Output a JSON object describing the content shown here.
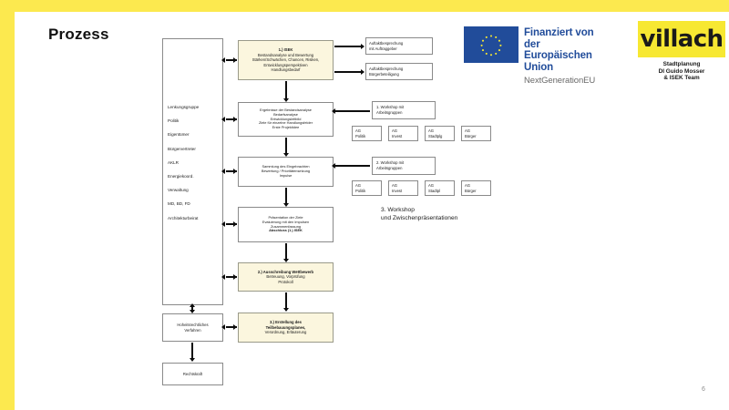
{
  "slide": {
    "title": "Prozess",
    "page_number": "6",
    "accent_yellow": "#FCE94F",
    "brand_yellow": "#F7E832",
    "eu_blue": "#214C9A",
    "node_cream": "#FBF6DE"
  },
  "logos": {
    "eu": {
      "icon": "eu-flag-icon",
      "line1": "Finanziert von der",
      "line2": "Europäischen Union",
      "line3": "NextGenerationEU"
    },
    "villach": {
      "wordmark": "villach",
      "sub1": "Stadtplanung",
      "sub2": "DI Guido Mosser",
      "sub3": "& ISEK Team"
    }
  },
  "diagram": {
    "stakeholders": [
      "Lenkungsgruppe",
      "Politik",
      "Eigentümer",
      "Bürgervertreter",
      "AKLR",
      "Energiekoord.",
      "Verwaltung",
      "MD, BD, FD",
      "Architekturbeirat"
    ],
    "nodes": {
      "isek1": {
        "lines": [
          "1.) ISEK",
          "Bestandsanalyse und Bewertung",
          "Stärken/Schwächen, Chancen, Risiken,",
          "Entwicklungsperspektiven",
          "Handlungsbedarf"
        ],
        "bold_lines": [
          0
        ]
      },
      "kickoff_client": {
        "lines": [
          "Auftaktbesprechung",
          "mit Auftraggeber"
        ]
      },
      "kickoff_public": {
        "lines": [
          "Auftaktbesprechung",
          "Bürgerbeteiligung"
        ]
      },
      "results": {
        "lines": [
          "Ergebnisse der Bestandsanalyse",
          "Bedarfsanalyse",
          "Entwicklungsleitbild",
          "Ziele für einzelne Handlungsfelder",
          "Erste Projektidee"
        ]
      },
      "workshop1": {
        "lines": [
          "1. Workshop mit",
          "Arbeitsgruppen"
        ]
      },
      "collection": {
        "lines": [
          "Sammlung des Eingebrachten",
          "Bewertung / Prioritätensetzung",
          "Impulse"
        ]
      },
      "workshop2": {
        "lines": [
          "2. Workshop mit",
          "Arbeitsgruppen"
        ]
      },
      "presentation": {
        "lines": [
          "Präsentation der Ziele",
          "Evaluierung mit den Impulsen",
          "Zusammenfassung",
          "Abschluss (1.) ISEK"
        ],
        "bold_lines": [
          3
        ]
      },
      "workshop3_note": {
        "lines": [
          "3. Workshop",
          "und Zwischenpräsentationen"
        ]
      },
      "tender": {
        "lines": [
          "2.) Ausschreibung Wettbewerb",
          "Betreuung, Vorprüfung",
          "Protokoll"
        ],
        "bold_lines": [
          0
        ]
      },
      "plan": {
        "lines": [
          "3.) Erstellung des",
          "Teilbebauungsplanes,",
          "Verordnung, Erläuterung"
        ],
        "bold_lines": [
          0,
          1
        ]
      },
      "procedure": {
        "lines": [
          "Hoheitsrechtliches",
          "Verfahren"
        ]
      },
      "legal": {
        "lines": [
          "Rechtskraft"
        ]
      }
    },
    "ag_groups_row1": [
      {
        "line1": "AG",
        "line2": "Politik"
      },
      {
        "line1": "AG",
        "line2": "Invest"
      },
      {
        "line1": "AG",
        "line2": "Stadtplg"
      },
      {
        "line1": "AG",
        "line2": "Bürger"
      }
    ],
    "ag_groups_row2": [
      {
        "line1": "AG",
        "line2": "Politik"
      },
      {
        "line1": "AG",
        "line2": "Invest"
      },
      {
        "line1": "AG",
        "line2": "Stadtpl"
      },
      {
        "line1": "AG",
        "line2": "Bürger"
      }
    ]
  }
}
